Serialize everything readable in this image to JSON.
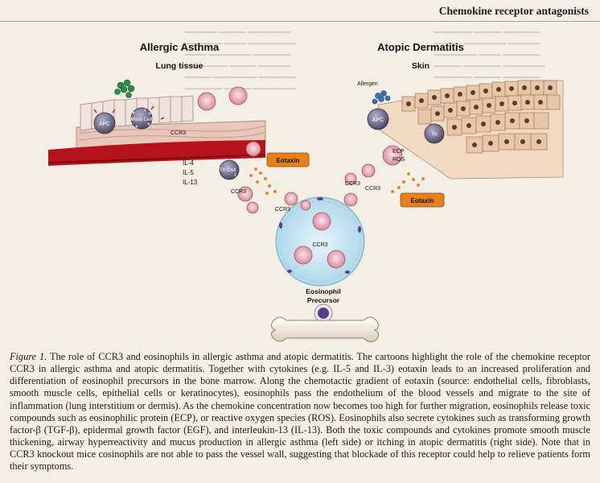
{
  "header": {
    "running_title": "Chemokine receptor antagonists"
  },
  "figure": {
    "left_panel": {
      "title": "Allergic Asthma",
      "subtitle": "Lung tissue"
    },
    "right_panel": {
      "title": "Atopic Dermatitis",
      "subtitle": "Skin"
    },
    "labels": {
      "apc_left": "APC",
      "mast_cell": "Mast Cell",
      "ccr3_top": "CCR3",
      "cytokines": [
        "IL-4",
        "IL-5",
        "IL-13"
      ],
      "th_cell": "Th Cell",
      "th_cell_sub": "2",
      "ccr3_left": "CCR3",
      "eotaxin_left": "Eotaxin",
      "ccr3_mid": "CCR3",
      "ccr3_right_a": "CCR3",
      "ccr3_right_b": "CCR3",
      "allergen": "Allergen",
      "apc_right": "APC",
      "th_right": "Th",
      "ecp": "ECP",
      "ros": "ROS",
      "eotaxin_right": "Eotaxin",
      "ccr3_vessel": "CCR3",
      "precursor_1": "Eosinophil",
      "precursor_2": "Precursor"
    }
  },
  "caption": {
    "label": "Figure 1.",
    "text": "The role of CCR3 and eosinophils in allergic asthma and atopic dermatitis. The cartoons highlight the role of the chemokine receptor CCR3 in allergic asthma and atopic dermatitis. Together with cytokines (e.g. IL-5 and IL-3) eotaxin leads to an increased proliferation and differentiation of eosinophil precursors in the bone marrow. Along the chemotactic gradient of eotaxin (source: endothelial cells, fibroblasts, smooth muscle cells, epithelial cells or keratinocytes), eosinophils pass the endothelium of the blood vessels and migrate to the site of inflammation (lung interstitium or dermis). As the chemokine concentration now becomes too high for further migration, eosinophils release toxic compounds such as eosinophilic protein (ECP), or reactive oxygen species (ROS). Eosinophils also secrete cytokines such as transforming growth factor-β (TGF-β), epidermal growth factor (EGF), and interleukin-13 (IL-13). Both the toxic compounds and cytokines promote smooth muscle thickening, airway hyperreactivity and mucus production in allergic asthma (left side) or itching in atopic dermatitis (right side). Note that in CCR3 knockout mice cosinophils are not able to pass the vessel wall, suggesting that blockade of this receptor could help to relieve patients form their symptoms."
  },
  "colors": {
    "paper": "#f4efe6",
    "blood": "#b5121b",
    "eotaxin_box": "#e8801a",
    "eosinophil": "#e9a7b8",
    "cell_purple": "#6e6a8c",
    "skin_cell": "#e8c9a8",
    "vessel": "#bfe0f0",
    "bone": "#f6f1e0"
  }
}
